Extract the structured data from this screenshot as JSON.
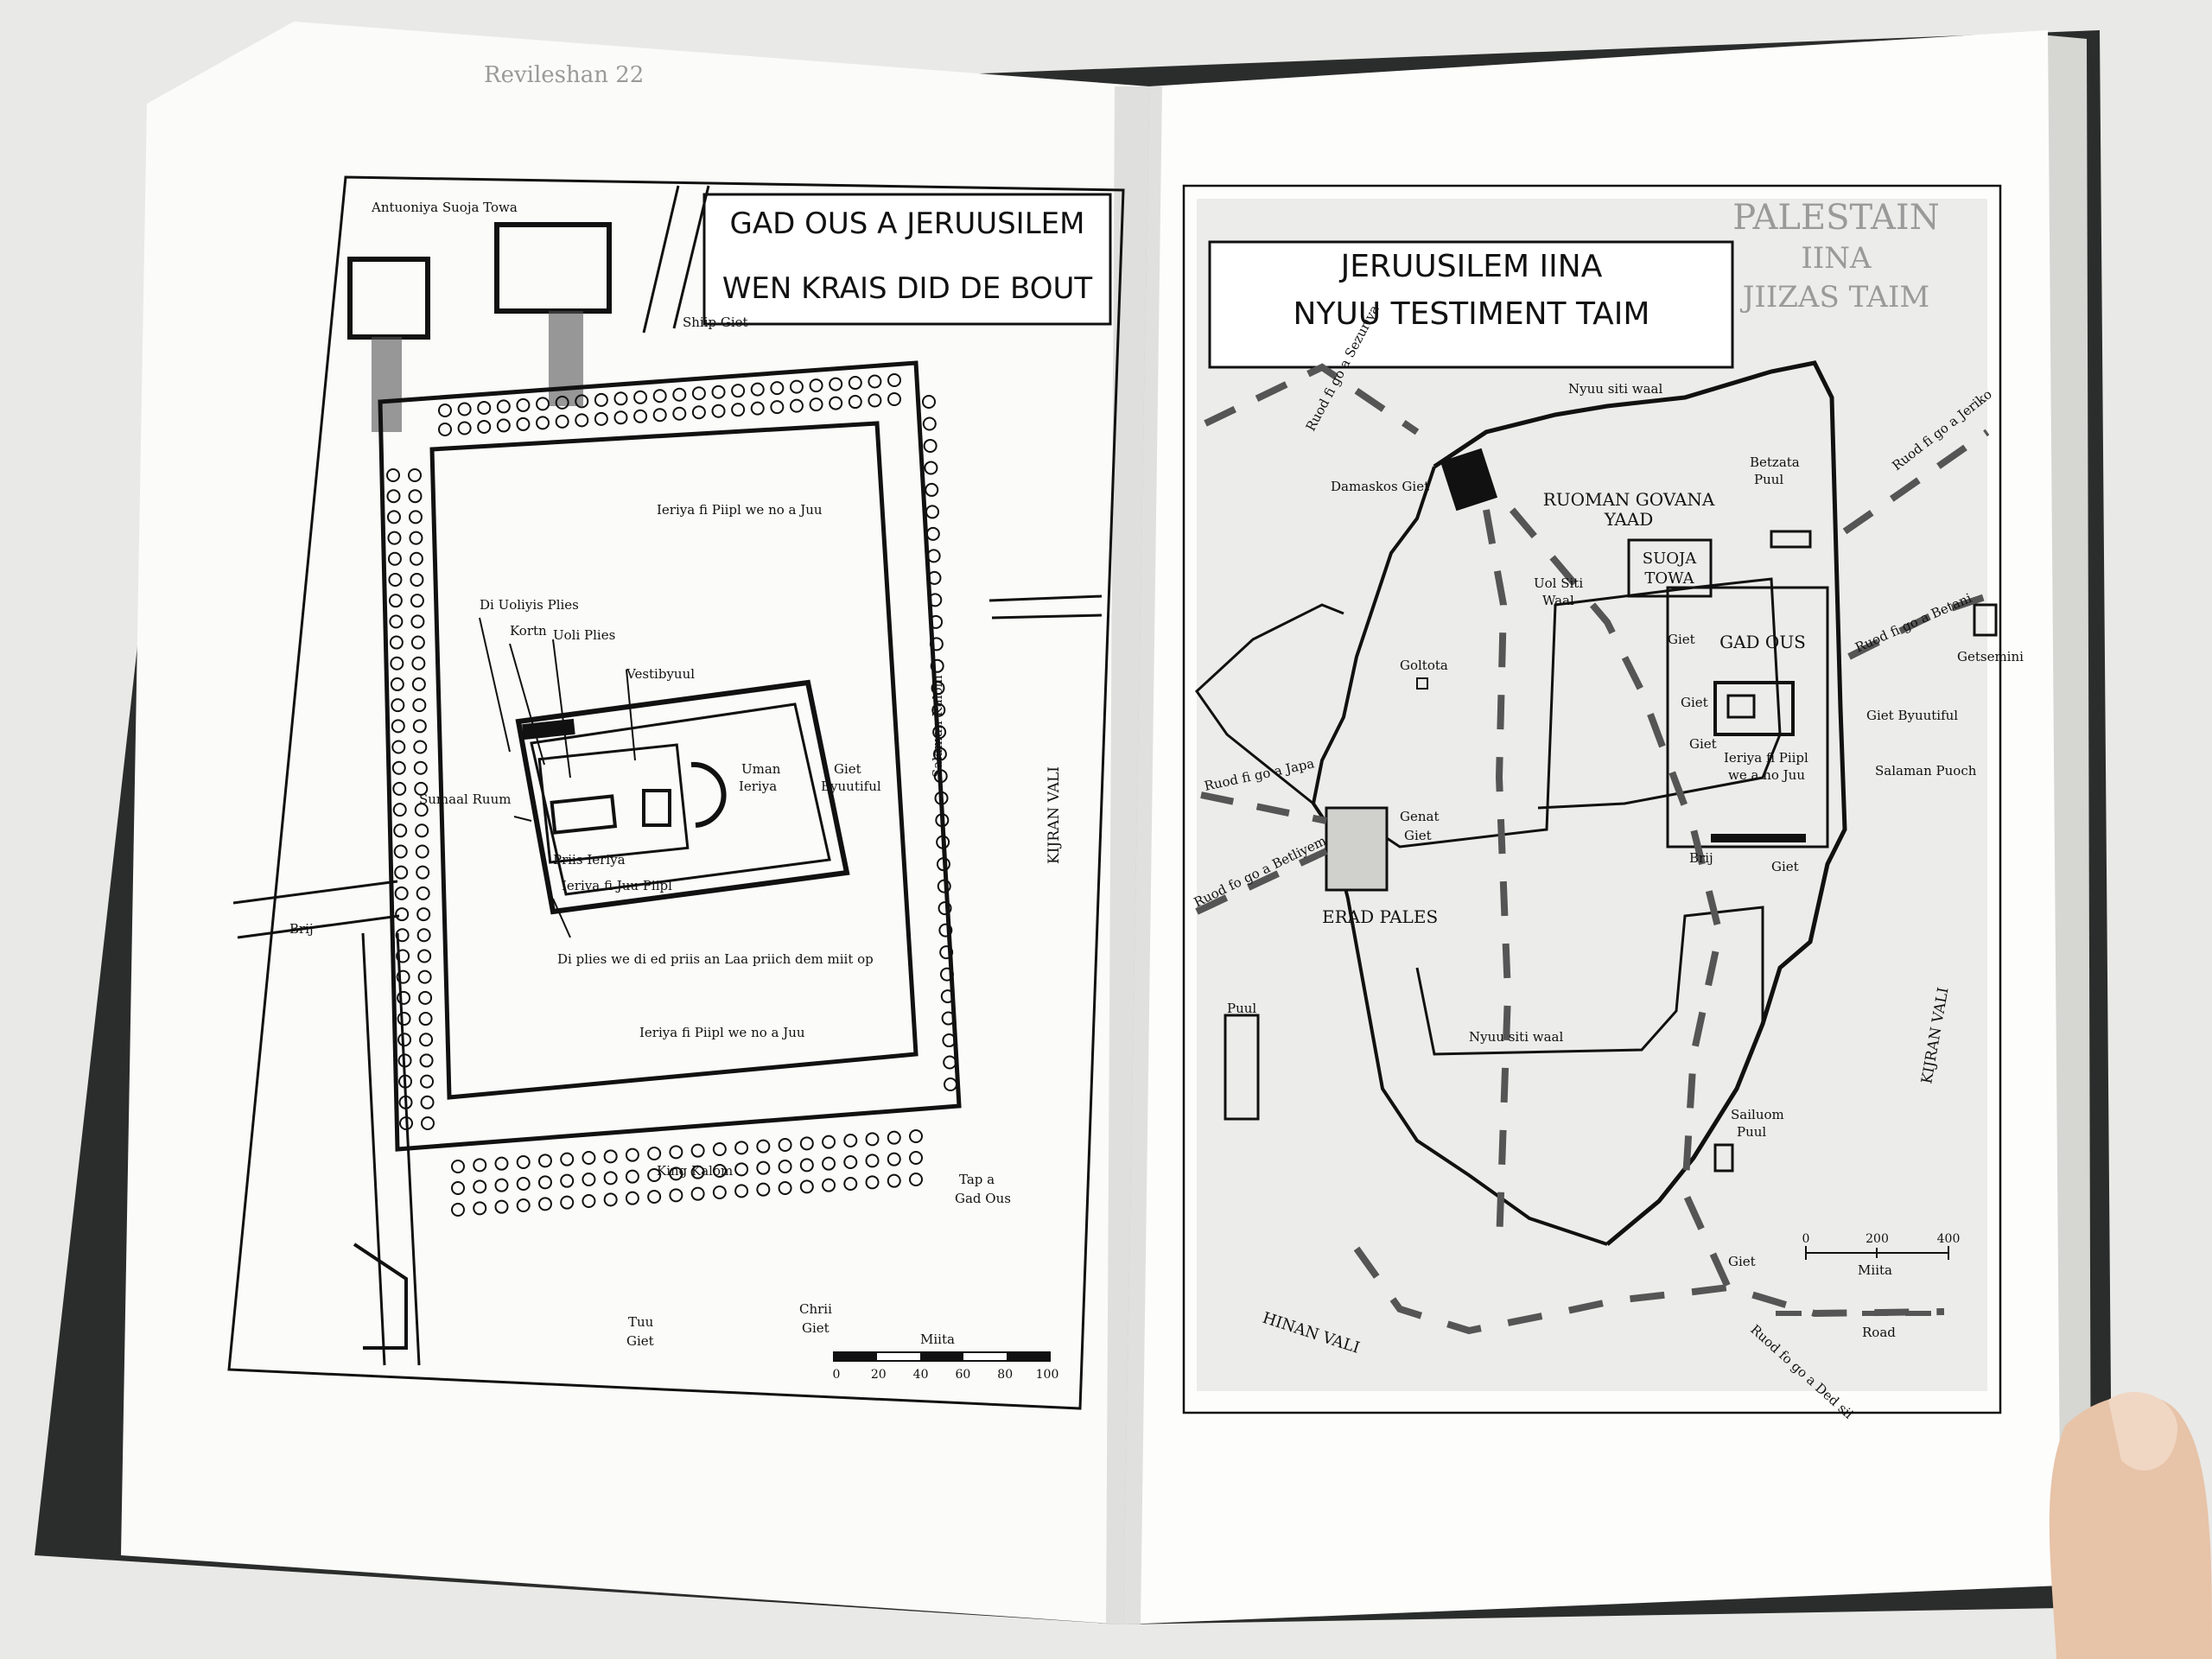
{
  "left_page": {
    "header_ghost": "Revileshan 22",
    "title_line1": "GAD OUS A JERUUSILEM",
    "title_line2": "WEN KRAIS DID DE BOUT",
    "labels": {
      "antonia": "Antuoniya Suoja Towa",
      "shiip_giet": "Shiip Giet",
      "ieriya_top": "Ieriya fi Piipl we no a Juu",
      "di_uoliyis": "Di Uoliyis Plies",
      "kortn": "Kortn",
      "uoli_plies": "Uoli Plies",
      "vestibyuul": "Vestibyuul",
      "uman_ieriya_1": "Uman",
      "uman_ieriya_2": "Ieriya",
      "giet_byuutiful_1": "Giet",
      "giet_byuutiful_2": "Byuutiful",
      "salaman_kalom": "Salaman Kalom",
      "kijran_vali": "KIJRAN VALI",
      "sumaal_ruum": "Sumaal Ruum",
      "priis_ieriya": "Priis Ieriya",
      "ieriya_juu": "Ieriya fi Juu Piipl",
      "di_plies": "Di plies we di ed priis an Laa priich dem miit op",
      "brij": "Brij",
      "ieriya_bottom": "Ieriya fi Piipl we no a Juu",
      "king_kalom": "King Kalom",
      "tap_1": "Tap a",
      "tap_2": "Gad Ous",
      "tuu_1": "Tuu",
      "tuu_2": "Giet",
      "chrii_1": "Chrii",
      "chrii_2": "Giet",
      "miita": "Miita"
    },
    "scale_ticks": [
      "0",
      "20",
      "40",
      "60",
      "80",
      "100"
    ]
  },
  "right_page": {
    "title_line1": "JERUUSILEM IINA",
    "title_line2": "NYUU TESTIMENT TAIM",
    "ghost_title_1": "PALESTAIN",
    "ghost_title_2": "IINA",
    "ghost_title_3": "JIIZAS TAIM",
    "labels": {
      "ruod_sezuriya": "Ruod fi go a Sezuriya",
      "nyuu_siti_waal_top": "Nyuu siti waal",
      "ruod_jeriko": "Ruod fi go a Jeriko",
      "damaskos_giet": "Damaskos Giet",
      "ruoman_1": "RUOMAN GOVANA",
      "ruoman_2": "YAAD",
      "betzata_1": "Betzata",
      "betzata_2": "Puul",
      "uol_siti_1": "Uol Siti",
      "uol_siti_2": "Waal",
      "suoja_1": "SUOJA",
      "suoja_2": "TOWA",
      "giet_a": "Giet",
      "gad_ous": "GAD OUS",
      "ruod_betani": "Ruod fi go a Betani",
      "getsemini": "Getsemini",
      "goltota": "Goltota",
      "giet_b": "Giet",
      "giet_byuutiful": "Giet Byuutiful",
      "giet_c": "Giet",
      "ieriya_1": "Ieriya fi Piipl",
      "ieriya_2": "we a no Juu",
      "salaman_puoch": "Salaman Puoch",
      "ruod_japa": "Ruod fi go a Japa",
      "genat_1": "Genat",
      "genat_2": "Giet",
      "ruod_betliyem": "Ruod fo go a Betliyem",
      "brij": "Brij",
      "giet_d": "Giet",
      "erad_pales": "ERAD PALES",
      "puul": "Puul",
      "nyuu_siti_waal_bottom": "Nyuu siti waal",
      "kijran_vali": "KIJRAN VALI",
      "sailuom_1": "Sailuom",
      "sailuom_2": "Puul",
      "giet_e": "Giet",
      "miita": "Miita",
      "hinan_vali": "HINAN VALI",
      "road": "Road",
      "ruod_ded_sii": "Ruod fo go a Ded sii"
    },
    "scale_ticks": [
      "0",
      "200",
      "400"
    ]
  },
  "colors": {
    "paper": "#fbfbfa",
    "ink": "#111111",
    "cover": "#2b2d2c",
    "background": "#e9e9e7",
    "map_shade": "#e4e4e2"
  }
}
